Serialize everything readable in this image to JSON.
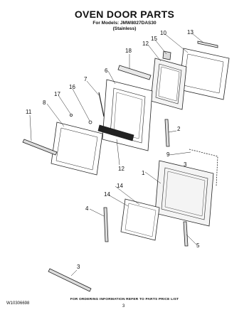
{
  "header": {
    "title": "OVEN DOOR PARTS",
    "models_line": "For Models: JMW8027DAS30",
    "finish_line": "(Stainless)"
  },
  "callouts": [
    "13",
    "10",
    "15",
    "12",
    "18",
    "6",
    "7",
    "16",
    "17",
    "8",
    "11",
    "2",
    "9",
    "3",
    "1",
    "14",
    "14",
    "4",
    "5",
    "3",
    "12"
  ],
  "footer": {
    "ordering_note": "FOR ORDERING INFORMATION REFER TO PARTS PRICE LIST",
    "doc_number": "W10306698",
    "page_number": "3"
  }
}
